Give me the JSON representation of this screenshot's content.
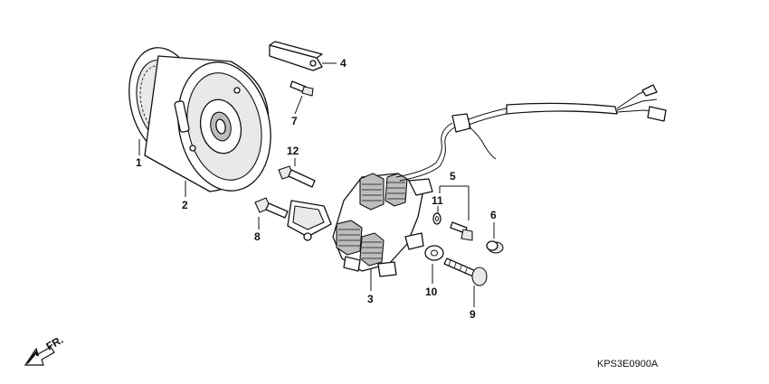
{
  "diagram": {
    "callouts": [
      {
        "id": "1",
        "text": "1"
      },
      {
        "id": "2",
        "text": "2"
      },
      {
        "id": "3",
        "text": "3"
      },
      {
        "id": "4",
        "text": "4"
      },
      {
        "id": "5",
        "text": "5"
      },
      {
        "id": "6",
        "text": "6"
      },
      {
        "id": "7",
        "text": "7"
      },
      {
        "id": "8",
        "text": "8"
      },
      {
        "id": "9",
        "text": "9"
      },
      {
        "id": "10",
        "text": "10"
      },
      {
        "id": "11",
        "text": "11"
      },
      {
        "id": "12",
        "text": "12"
      }
    ],
    "direction_label": "FR.",
    "diagram_code": "KPS3E0900A"
  }
}
